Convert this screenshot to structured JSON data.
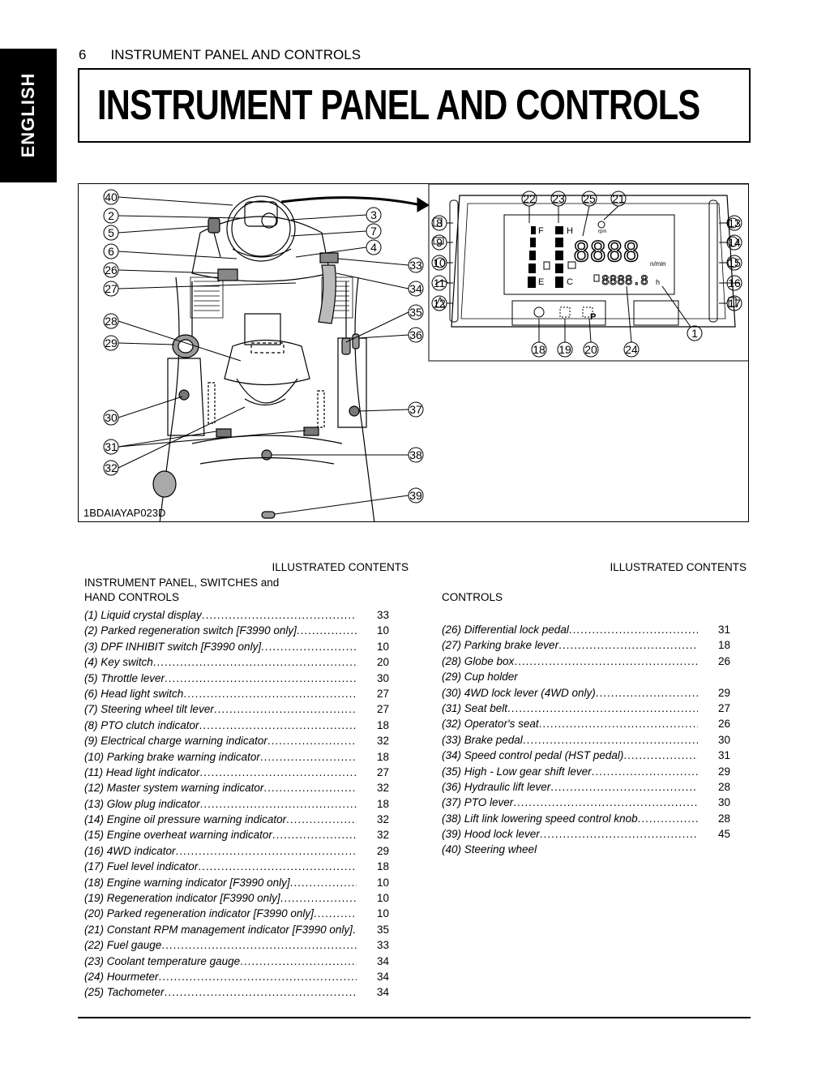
{
  "side_tab": "ENGLISH",
  "running_head": {
    "page": "6",
    "title": "INSTRUMENT PANEL AND CONTROLS"
  },
  "main_title": "INSTRUMENT PANEL AND CONTROLS",
  "figure": {
    "code": "1BDAIAYAP023D",
    "callouts": [
      "40",
      "2",
      "5",
      "6",
      "26",
      "27",
      "28",
      "29",
      "30",
      "31",
      "32",
      "3",
      "7",
      "4",
      "33",
      "34",
      "35",
      "36",
      "37",
      "38",
      "39",
      "8",
      "9",
      "10",
      "11",
      "12",
      "22",
      "23",
      "25",
      "21",
      "13",
      "14",
      "15",
      "16",
      "17",
      "1",
      "18",
      "19",
      "20",
      "24"
    ],
    "lcd": {
      "digits_top": "8888",
      "rpm_unit": "rpm",
      "nmin_unit": "n/min",
      "digits_hour": "8888.8",
      "hour_unit": "h",
      "fuel_full": "F",
      "fuel_empty": "E",
      "temp_hot": "H",
      "temp_cold": "C"
    }
  },
  "left_column": {
    "header": "ILLUSTRATED CONTENTS",
    "section": "INSTRUMENT PANEL, SWITCHES and HAND CONTROLS",
    "items": [
      {
        "label": "(1) Liquid crystal display",
        "page": "33"
      },
      {
        "label": "(2) Parked regeneration switch [F3990 only]",
        "page": "10"
      },
      {
        "label": "(3) DPF INHIBIT switch [F3990 only]",
        "page": "10"
      },
      {
        "label": "(4) Key switch",
        "page": "20"
      },
      {
        "label": "(5) Throttle lever",
        "page": "30"
      },
      {
        "label": "(6) Head light switch",
        "page": "27"
      },
      {
        "label": "(7) Steering wheel tilt lever",
        "page": "27"
      },
      {
        "label": "(8) PTO clutch indicator",
        "page": "18"
      },
      {
        "label": "(9) Electrical charge warning indicator",
        "page": "32"
      },
      {
        "label": "(10) Parking brake warning indicator",
        "page": "18"
      },
      {
        "label": "(11) Head light indicator",
        "page": "27"
      },
      {
        "label": "(12) Master system warning indicator",
        "page": "32"
      },
      {
        "label": "(13) Glow plug indicator",
        "page": "18"
      },
      {
        "label": "(14) Engine oil pressure warning indicator",
        "page": "32"
      },
      {
        "label": "(15) Engine overheat warning indicator",
        "page": "32"
      },
      {
        "label": "(16) 4WD indicator",
        "page": "29"
      },
      {
        "label": "(17) Fuel level indicator",
        "page": "18"
      },
      {
        "label": "(18) Engine warning indicator [F3990 only]",
        "page": "10"
      },
      {
        "label": "(19) Regeneration indicator [F3990 only]",
        "page": "10"
      },
      {
        "label": "(20) Parked regeneration indicator [F3990 only]",
        "page": "10"
      },
      {
        "label": "(21) Constant RPM management indicator [F3990 only]",
        "page": "35"
      },
      {
        "label": "(22) Fuel gauge",
        "page": "33"
      },
      {
        "label": "(23) Coolant temperature gauge",
        "page": "34"
      },
      {
        "label": "(24) Hourmeter",
        "page": "34"
      },
      {
        "label": "(25) Tachometer",
        "page": "34"
      }
    ]
  },
  "right_column": {
    "header": "ILLUSTRATED CONTENTS",
    "section": "CONTROLS",
    "items": [
      {
        "label": "(26) Differential lock pedal",
        "page": "31"
      },
      {
        "label": "(27) Parking brake lever",
        "page": "18"
      },
      {
        "label": "(28) Globe box",
        "page": "26"
      },
      {
        "label": "(29) Cup holder",
        "page": ""
      },
      {
        "label": "(30) 4WD lock lever (4WD only)",
        "page": "29"
      },
      {
        "label": "(31) Seat belt",
        "page": "27"
      },
      {
        "label": "(32) Operator's seat",
        "page": "26"
      },
      {
        "label": "(33) Brake pedal",
        "page": "30"
      },
      {
        "label": "(34) Speed control pedal (HST pedal)",
        "page": "31"
      },
      {
        "label": "(35) High - Low gear shift lever",
        "page": "29"
      },
      {
        "label": "(36) Hydraulic lift lever",
        "page": "28"
      },
      {
        "label": "(37) PTO lever",
        "page": "30"
      },
      {
        "label": "(38) Lift link lowering speed control knob",
        "page": "28"
      },
      {
        "label": "(39) Hood lock lever",
        "page": "45"
      },
      {
        "label": "(40) Steering wheel",
        "page": ""
      }
    ]
  }
}
